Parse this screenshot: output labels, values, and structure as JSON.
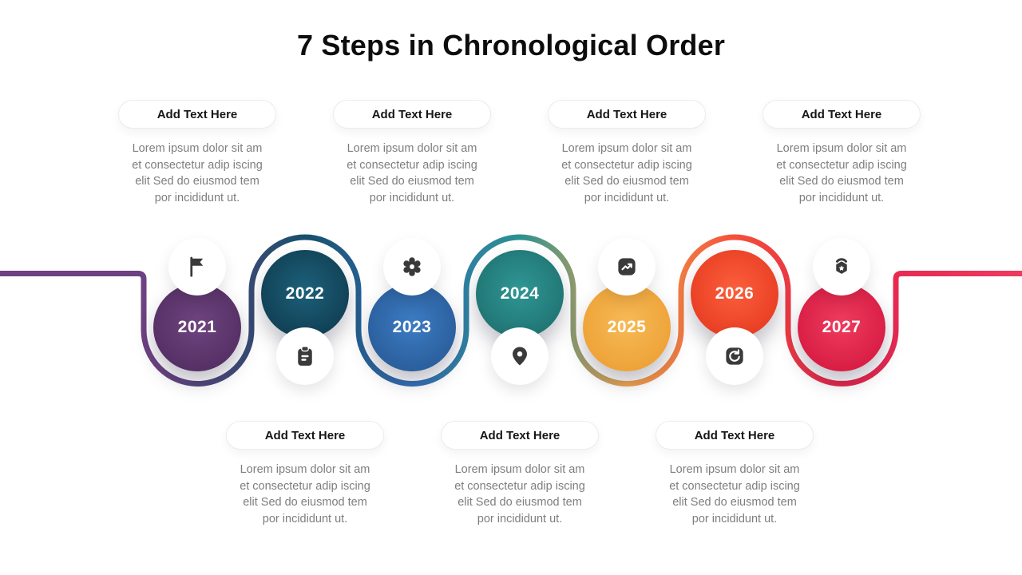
{
  "title": "7 Steps in Chronological Order",
  "top_blocks": [
    {
      "label": "Add Text Here",
      "lines": [
        "Lorem ipsum dolor sit am",
        "et consectetur adip iscing",
        "elit Sed do eiusmod tem",
        "por incididunt ut."
      ]
    },
    {
      "label": "Add Text Here",
      "lines": [
        "Lorem ipsum dolor sit am",
        "et consectetur adip iscing",
        "elit Sed do eiusmod tem",
        "por incididunt ut."
      ]
    },
    {
      "label": "Add Text Here",
      "lines": [
        "Lorem ipsum dolor sit am",
        "et consectetur adip iscing",
        "elit Sed do eiusmod tem",
        "por incididunt ut."
      ]
    },
    {
      "label": "Add Text Here",
      "lines": [
        "Lorem ipsum dolor sit am",
        "et consectetur adip iscing",
        "elit Sed do eiusmod tem",
        "por incididunt ut."
      ]
    }
  ],
  "bottom_blocks": [
    {
      "label": "Add Text Here",
      "lines": [
        "Lorem ipsum dolor sit am",
        "et consectetur adip iscing",
        "elit Sed do eiusmod tem",
        "por incididunt ut."
      ]
    },
    {
      "label": "Add Text Here",
      "lines": [
        "Lorem ipsum dolor sit am",
        "et consectetur adip iscing",
        "elit Sed do eiusmod tem",
        "por incididunt ut."
      ]
    },
    {
      "label": "Add Text Here",
      "lines": [
        "Lorem ipsum dolor sit am",
        "et consectetur adip iscing",
        "elit Sed do eiusmod tem",
        "por incididunt ut."
      ]
    }
  ],
  "steps": [
    {
      "year": "2021",
      "icon": "flag-icon",
      "position": "down",
      "color_light": "#6f4480",
      "color_dark": "#512d60"
    },
    {
      "year": "2022",
      "icon": "clipboard-icon",
      "position": "up",
      "color_light": "#1d607a",
      "color_dark": "#0f3c50"
    },
    {
      "year": "2023",
      "icon": "gear-icon",
      "position": "down",
      "color_light": "#3c7cc4",
      "color_dark": "#285a96"
    },
    {
      "year": "2024",
      "icon": "location-pin-icon",
      "position": "up",
      "color_light": "#2f9795",
      "color_dark": "#1e706f"
    },
    {
      "year": "2025",
      "icon": "trending-up-icon",
      "position": "down",
      "color_light": "#f7ba57",
      "color_dark": "#ec9f33"
    },
    {
      "year": "2026",
      "icon": "refresh-icon",
      "position": "up",
      "color_light": "#fb5f3b",
      "color_dark": "#e63a21"
    },
    {
      "year": "2027",
      "icon": "badge-icon",
      "position": "down",
      "color_light": "#ee3c5f",
      "color_dark": "#d5183f"
    }
  ],
  "timeline_line": {
    "stroke_width": 7,
    "stops": [
      {
        "offset": "0",
        "color": "#6e4182"
      },
      {
        "offset": "0.15",
        "color": "#6e4182"
      },
      {
        "offset": "0.30",
        "color": "#17506b"
      },
      {
        "offset": "0.403",
        "color": "#346fb6"
      },
      {
        "offset": "0.509",
        "color": "#2b918f"
      },
      {
        "offset": "0.614",
        "color": "#f2a54c"
      },
      {
        "offset": "0.719",
        "color": "#f4503a"
      },
      {
        "offset": "0.824",
        "color": "#e5234c"
      },
      {
        "offset": "1",
        "color": "#ee3a5e"
      }
    ]
  }
}
